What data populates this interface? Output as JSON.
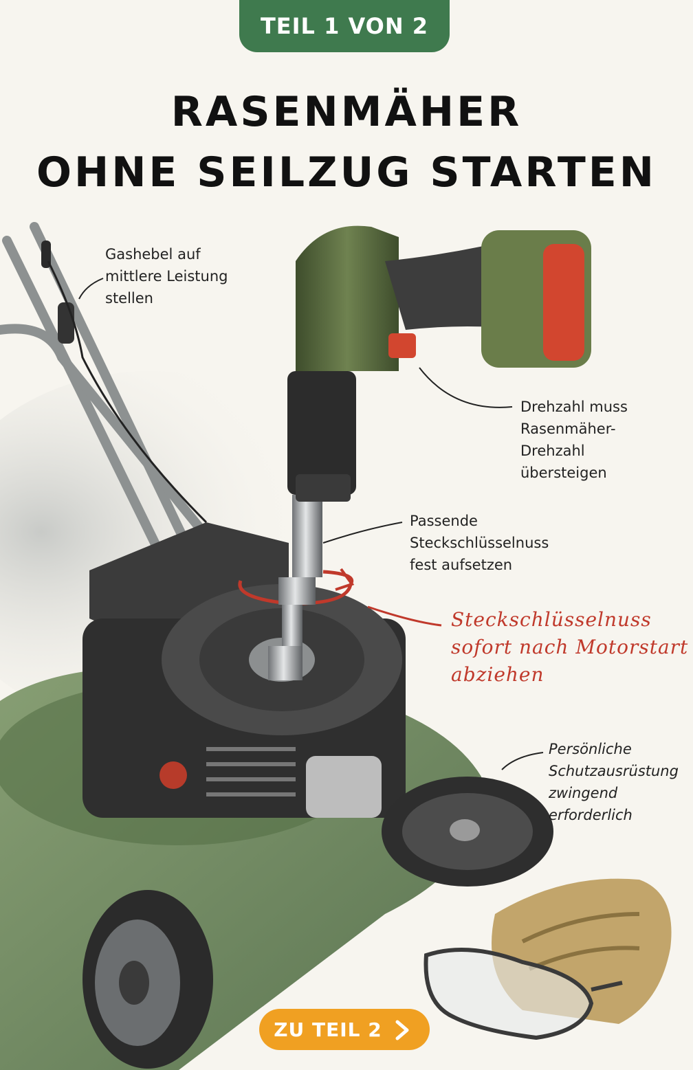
{
  "badge": {
    "label": "TEIL 1 VON 2"
  },
  "title": {
    "line1": "RASENMÄHER",
    "line2": "OHNE SEILZUG STARTEN"
  },
  "annotations": {
    "throttle": {
      "lines": [
        "Gashebel auf",
        "mittlere Leistung",
        "stellen"
      ]
    },
    "rpm": {
      "lines": [
        "Drehzahl muss",
        "Rasenmäher-",
        "Drehzahl",
        "übersteigen"
      ]
    },
    "socket": {
      "lines": [
        "Passende",
        "Steckschlüsselnuss",
        "fest aufsetzen"
      ]
    },
    "warning": {
      "lines": [
        "Steckschlüsselnuss",
        "sofort nach Motorstart",
        "abziehen"
      ]
    },
    "ppe": {
      "lines": [
        "Persönliche",
        "Schutzausrüstung",
        "zwingend",
        "erforderlich"
      ]
    }
  },
  "next_button": {
    "label": "ZU TEIL 2",
    "icon": "arrow-down-right-icon"
  },
  "colors": {
    "badge": "#3f7a4e",
    "button": "#f0a022",
    "warning": "#c0392b",
    "mower_deck": "#5d7a4c",
    "drill_body": "#5a6e3e",
    "battery_accent": "#d2462f"
  }
}
